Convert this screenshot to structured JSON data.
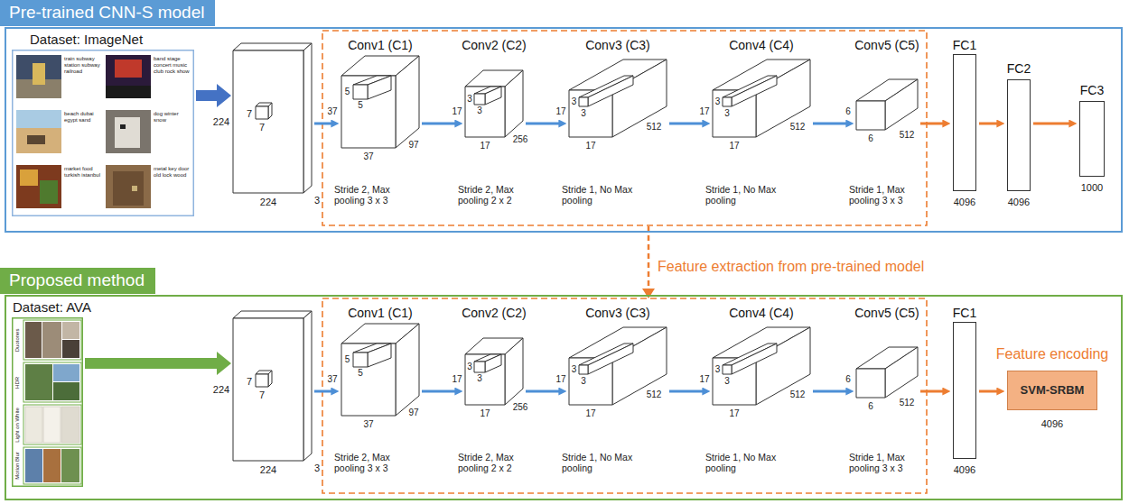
{
  "diagram": {
    "nodes": [
      {
        "text": [
          "Pre-trained CNN-S model"
        ]
      },
      {
        "text": [
          "Dataset: ImageNet"
        ],
        "in": 0
      },
      {
        "text": [
          "7",
          "7",
          "224",
          "224",
          "3"
        ],
        "in": 0
      },
      {
        "text": [
          "Conv1 (C1)",
          "37",
          "5",
          "5",
          "37",
          "97"
        ],
        "in": 0
      },
      {
        "text": [
          "Conv2 (C2)",
          "17",
          "3",
          "3",
          "17",
          "256"
        ],
        "in": 0
      },
      {
        "text": [
          "Conv3 (C3)",
          "17",
          "3",
          "3",
          "17",
          "512"
        ],
        "in": 0
      },
      {
        "text": [
          "Conv4 (C4)",
          "17",
          "3",
          "3",
          "17",
          "512"
        ],
        "in": 0
      },
      {
        "text": [
          "Conv5 (C5)",
          "6",
          "6",
          "512"
        ],
        "in": 0
      },
      {
        "text": [
          "FC1",
          "4096"
        ],
        "in": 0
      },
      {
        "text": [
          "FC2",
          "4096"
        ],
        "in": 0
      },
      {
        "text": [
          "FC3",
          "1000"
        ],
        "in": 0
      },
      {
        "text": [
          "Proposed method"
        ]
      },
      {
        "text": [
          "Dataset: AVA"
        ],
        "in": 11
      },
      {
        "text": [
          "7",
          "7",
          "224",
          "224",
          "3"
        ],
        "in": 11
      },
      {
        "text": [
          "Conv1 (C1)",
          "37",
          "5",
          "5",
          "37",
          "97"
        ],
        "in": 11
      },
      {
        "text": [
          "Conv2 (C2)",
          "17",
          "3",
          "3",
          "17",
          "256"
        ],
        "in": 11
      },
      {
        "text": [
          "Conv3 (C3)",
          "17",
          "3",
          "3",
          "17",
          "512"
        ],
        "in": 11
      },
      {
        "text": [
          "Conv4 (C4)",
          "17",
          "3",
          "3",
          "17",
          "512"
        ],
        "in": 11
      },
      {
        "text": [
          "Conv5 (C5)",
          "6",
          "6",
          "512"
        ],
        "in": 11
      },
      {
        "text": [
          "FC1",
          "4096"
        ],
        "in": 11
      },
      {
        "text": [
          "Feature encoding",
          "SVM-SRBM",
          "4096"
        ],
        "in": 11
      }
    ],
    "edges": [
      {
        "from": 1,
        "to": 2,
        "arrow": "to"
      },
      {
        "from": 2,
        "to": 3,
        "arrow": "to"
      },
      {
        "from": 3,
        "to": 4,
        "arrow": "to"
      },
      {
        "from": 4,
        "to": 5,
        "arrow": "to"
      },
      {
        "from": 5,
        "to": 6,
        "arrow": "to"
      },
      {
        "from": 6,
        "to": 7,
        "arrow": "to"
      },
      {
        "from": 7,
        "to": 8,
        "arrow": "to"
      },
      {
        "from": 8,
        "to": 9,
        "arrow": "to"
      },
      {
        "from": 9,
        "to": 10,
        "arrow": "to"
      },
      {
        "from": 12,
        "to": 13,
        "arrow": "to"
      },
      {
        "from": 13,
        "to": 14,
        "arrow": "to"
      },
      {
        "from": 14,
        "to": 15,
        "arrow": "to"
      },
      {
        "from": 15,
        "to": 16,
        "arrow": "to"
      },
      {
        "from": 16,
        "to": 17,
        "arrow": "to"
      },
      {
        "from": 17,
        "to": 18,
        "arrow": "to"
      },
      {
        "from": 18,
        "to": 19,
        "arrow": "to"
      },
      {
        "from": 19,
        "to": 20,
        "arrow": "to"
      }
    ],
    "labels": [
      "train subway station subway railroad",
      "band stage concert music club rock show",
      "beach dubai egypt sand",
      "dog winter snow",
      "market food turkish istanbul",
      "metal key door old lock wood",
      "Stride 2, Max pooling 3 x 3",
      "Stride 2, Max pooling 2 x 2",
      "Stride 1, No Max pooling",
      "Stride 1, No Max pooling",
      "Stride 1, Max pooling 3 x 3",
      "Feature extraction from pre-trained model",
      "Duotones",
      "HDR",
      "Light on White",
      "Motion Blur",
      "Stride 2, Max pooling 3 x 3",
      "Stride 2, Max pooling 2 x 2",
      "Stride 1, No Max pooling",
      "Stride 1, No Max pooling",
      "Stride 1, Max pooling 3 x 3"
    ]
  }
}
